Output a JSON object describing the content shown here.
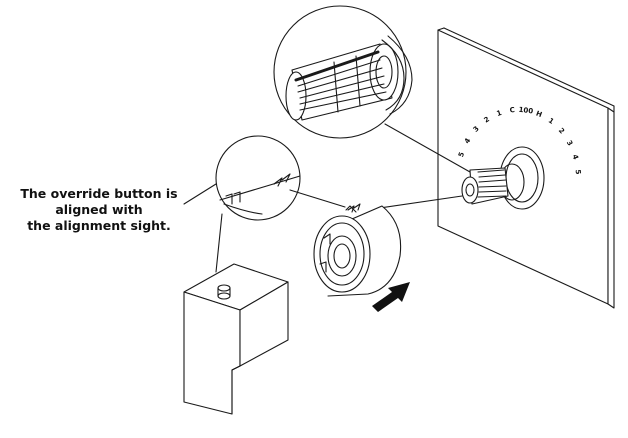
{
  "callout": {
    "lines": [
      "The override button is",
      "aligned with",
      "the alignment sight."
    ]
  },
  "dial": {
    "scale_labels": [
      "5",
      "4",
      "3",
      "2",
      "1",
      "C",
      "100",
      "H",
      "1",
      "2",
      "3",
      "4",
      "5"
    ]
  },
  "colors": {
    "line": "#1a1a1a",
    "arrow": "#111111",
    "background": "#ffffff"
  },
  "icons": {
    "push-arrow": "direction-arrow-icon",
    "alignment-marks": "double-chevron-icon"
  }
}
